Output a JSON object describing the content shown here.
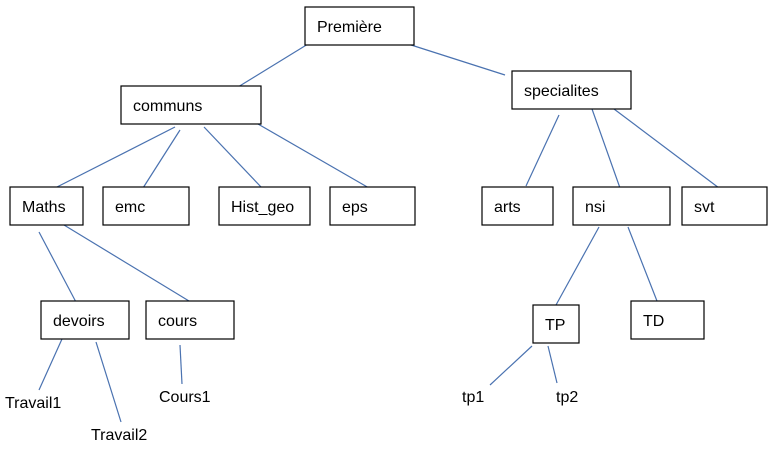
{
  "diagram": {
    "type": "tree",
    "line_color": "#4a72b0",
    "box_border_color": "#000000",
    "nodes": [
      {
        "id": "premiere",
        "label": "Première",
        "boxed": true
      },
      {
        "id": "communs",
        "label": "communs",
        "boxed": true
      },
      {
        "id": "specialites",
        "label": "specialites",
        "boxed": true
      },
      {
        "id": "maths",
        "label": "Maths",
        "boxed": true
      },
      {
        "id": "emc",
        "label": "emc",
        "boxed": true
      },
      {
        "id": "hist_geo",
        "label": "Hist_geo",
        "boxed": true
      },
      {
        "id": "eps",
        "label": "eps",
        "boxed": true
      },
      {
        "id": "arts",
        "label": "arts",
        "boxed": true
      },
      {
        "id": "nsi",
        "label": "nsi",
        "boxed": true
      },
      {
        "id": "svt",
        "label": "svt",
        "boxed": true
      },
      {
        "id": "devoirs",
        "label": "devoirs",
        "boxed": true
      },
      {
        "id": "cours",
        "label": "cours",
        "boxed": true
      },
      {
        "id": "tp",
        "label": "TP",
        "boxed": true
      },
      {
        "id": "td",
        "label": "TD",
        "boxed": true
      },
      {
        "id": "travail1",
        "label": "Travail1",
        "boxed": false
      },
      {
        "id": "travail2",
        "label": "Travail2",
        "boxed": false
      },
      {
        "id": "cours1",
        "label": "Cours1",
        "boxed": false
      },
      {
        "id": "tp1",
        "label": "tp1",
        "boxed": false
      },
      {
        "id": "tp2",
        "label": "tp2",
        "boxed": false
      }
    ],
    "edges": [
      {
        "from": "premiere",
        "to": "communs"
      },
      {
        "from": "premiere",
        "to": "specialites"
      },
      {
        "from": "communs",
        "to": "maths"
      },
      {
        "from": "communs",
        "to": "emc"
      },
      {
        "from": "communs",
        "to": "hist_geo"
      },
      {
        "from": "communs",
        "to": "eps"
      },
      {
        "from": "specialites",
        "to": "arts"
      },
      {
        "from": "specialites",
        "to": "nsi"
      },
      {
        "from": "specialites",
        "to": "svt"
      },
      {
        "from": "maths",
        "to": "devoirs"
      },
      {
        "from": "maths",
        "to": "cours"
      },
      {
        "from": "devoirs",
        "to": "travail1"
      },
      {
        "from": "devoirs",
        "to": "travail2"
      },
      {
        "from": "cours",
        "to": "cours1"
      },
      {
        "from": "nsi",
        "to": "tp"
      },
      {
        "from": "nsi",
        "to": "td"
      },
      {
        "from": "tp",
        "to": "tp1"
      },
      {
        "from": "tp",
        "to": "tp2"
      }
    ]
  }
}
